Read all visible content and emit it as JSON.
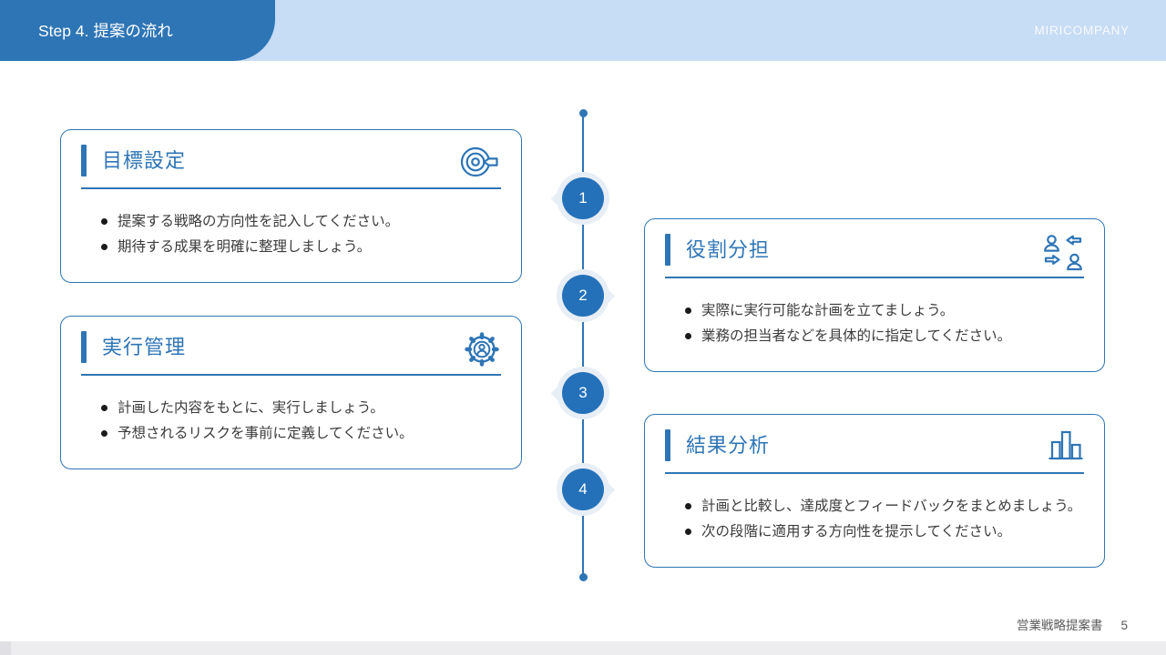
{
  "header": {
    "title": "Step 4. 提案の流れ",
    "brand": "MIRICOMPANY"
  },
  "timeline": {
    "steps": [
      "1",
      "2",
      "3",
      "4"
    ]
  },
  "cards": [
    {
      "step": "1",
      "title": "目標設定",
      "icon": "target-icon",
      "bullets": [
        "提案する戦略の方向性を記入してください。",
        "期待する成果を明確に整理しましょう。"
      ]
    },
    {
      "step": "2",
      "title": "役割分担",
      "icon": "people-exchange-icon",
      "bullets": [
        "実際に実行可能な計画を立てましょう。",
        "業務の担当者などを具体的に指定してください。"
      ]
    },
    {
      "step": "3",
      "title": "実行管理",
      "icon": "gear-user-icon",
      "bullets": [
        "計画した内容をもとに、実行しましょう。",
        "予想されるリスクを事前に定義してください。"
      ]
    },
    {
      "step": "4",
      "title": "結果分析",
      "icon": "bar-chart-icon",
      "bullets": [
        "計画と比較し、達成度とフィードバックをまとめましょう。",
        "次の段階に適用する方向性を提示してください。"
      ]
    }
  ],
  "footer": {
    "doc_title": "営業戦略提案書",
    "page_number": "5"
  },
  "colors": {
    "primary_blue": "#2e75b6",
    "node_blue": "#2471ba",
    "header_strip_blue": "#c7dcf5",
    "node_halo": "#e8eef5",
    "body_text": "#3b3b3b",
    "footer_gray": "#5a5a5a",
    "bottom_strip_gray": "#ededef"
  }
}
